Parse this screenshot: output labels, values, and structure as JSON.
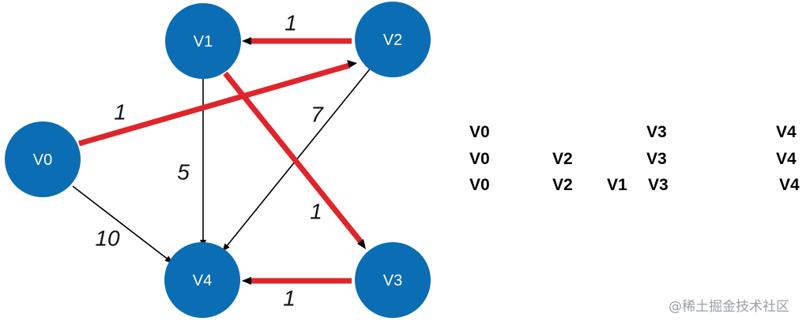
{
  "nodes": [
    {
      "id": "V0",
      "label": "V0"
    },
    {
      "id": "V1",
      "label": "V1"
    },
    {
      "id": "V2",
      "label": "V2"
    },
    {
      "id": "V3",
      "label": "V3"
    },
    {
      "id": "V4",
      "label": "V4"
    }
  ],
  "edges": [
    {
      "from": "V0",
      "to": "V2",
      "weight": "1",
      "highlighted": true
    },
    {
      "from": "V2",
      "to": "V1",
      "weight": "1",
      "highlighted": true
    },
    {
      "from": "V1",
      "to": "V3",
      "weight": "1",
      "highlighted": true
    },
    {
      "from": "V3",
      "to": "V4",
      "weight": "1",
      "highlighted": true
    },
    {
      "from": "V1",
      "to": "V4",
      "weight": "5",
      "highlighted": false
    },
    {
      "from": "V2",
      "to": "V4",
      "weight": "7",
      "highlighted": false
    },
    {
      "from": "V0",
      "to": "V4",
      "weight": "10",
      "highlighted": false
    }
  ],
  "colors": {
    "node_fill": "#0b6db3",
    "node_text": "#ffffff",
    "highlight_edge": "#e0242b",
    "normal_edge": "#000000"
  },
  "path_rows": [
    {
      "v0": "V0",
      "v2": "",
      "v1": "",
      "v3": "V3",
      "v4": "V4"
    },
    {
      "v0": "V0",
      "v2": "V2",
      "v1": "",
      "v3": "V3",
      "v4": "V4"
    },
    {
      "v0": "V0",
      "v2": "V2",
      "v1": "V1",
      "v3": "V3",
      "v4": "V4"
    }
  ],
  "watermark": "@稀土掘金技术社区"
}
